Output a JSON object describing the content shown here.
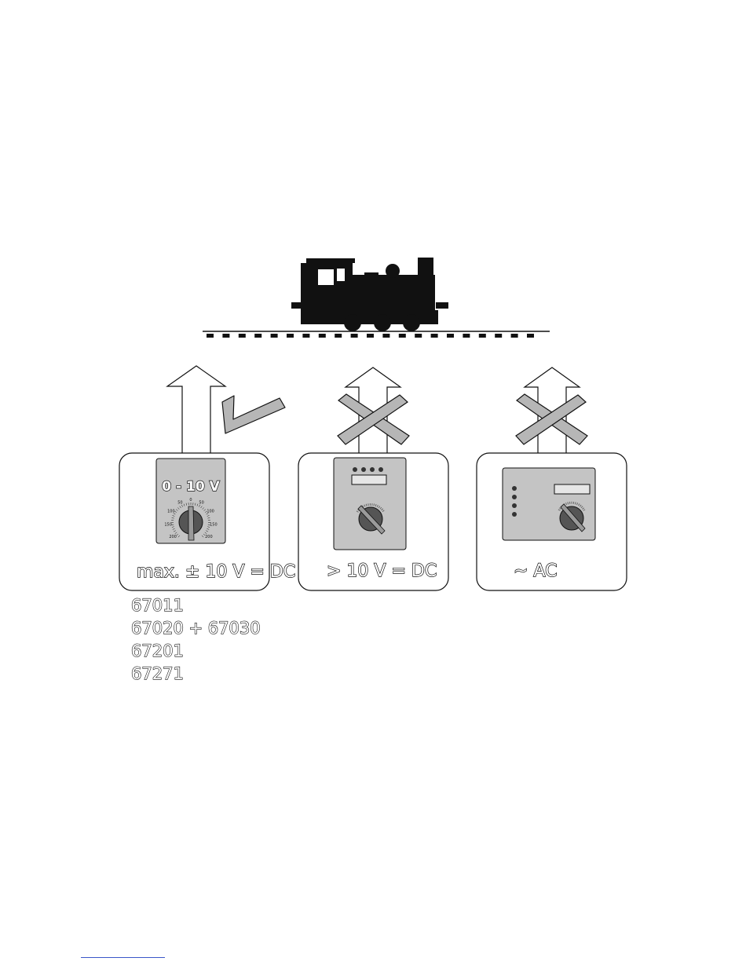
{
  "panels": [
    {
      "dial_label": "0 - 10 V",
      "caption": "max. ± 10 V = DC",
      "status": "check"
    },
    {
      "caption": "> 10 V = DC",
      "status": "cross"
    },
    {
      "caption": "~ AC",
      "status": "cross"
    }
  ],
  "dial_scale": [
    "0",
    "50",
    "50",
    "100",
    "100",
    "150",
    "150",
    "200",
    "200"
  ],
  "products": [
    "67011",
    "67020 + 67030",
    "67201",
    "67271"
  ]
}
